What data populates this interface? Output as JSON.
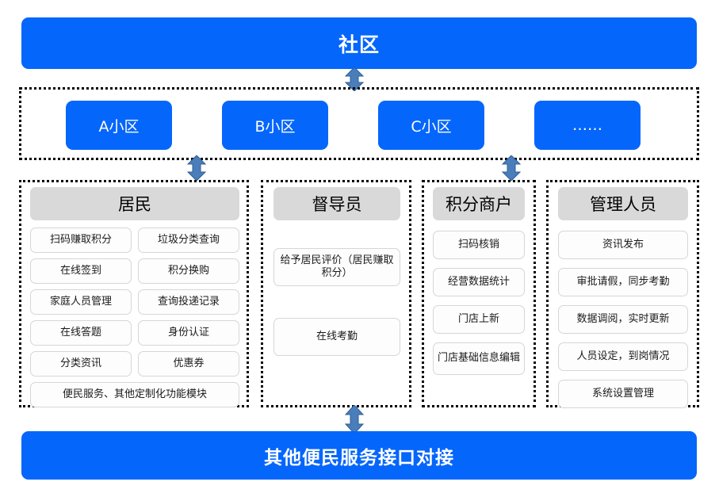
{
  "diagram": {
    "top_banner": {
      "label": "社区"
    },
    "bottom_banner": {
      "label": "其他便民服务接口对接"
    },
    "communities": [
      {
        "label": "A小区"
      },
      {
        "label": "B小区"
      },
      {
        "label": "C小区"
      },
      {
        "label": "……"
      }
    ],
    "roles": [
      {
        "title": "居民",
        "items": [
          "扫码赚取积分",
          "垃圾分类查询",
          "在线签到",
          "积分换购",
          "家庭人员管理",
          "查询投递记录",
          "在线答题",
          "身份认证",
          "分类资讯",
          "优惠券",
          "便民服务、其他定制化功能模块"
        ]
      },
      {
        "title": "督导员",
        "items": [
          "给予居民评价（居民赚取积分）",
          "在线考勤"
        ]
      },
      {
        "title": "积分商户",
        "items": [
          "扫码核销",
          "经营数据统计",
          "门店上新",
          "门店基础信息编辑"
        ]
      },
      {
        "title": "管理人员",
        "items": [
          "资讯发布",
          "审批请假，同步考勤",
          "数据调阅，实时更新",
          "人员设定，到岗情况",
          "系统设置管理"
        ]
      }
    ],
    "colors": {
      "brand_blue": "#0566fb",
      "header_gray": "#d9d9d9",
      "arrow_blue": "#4a7ebb",
      "border_black": "#000000"
    }
  }
}
